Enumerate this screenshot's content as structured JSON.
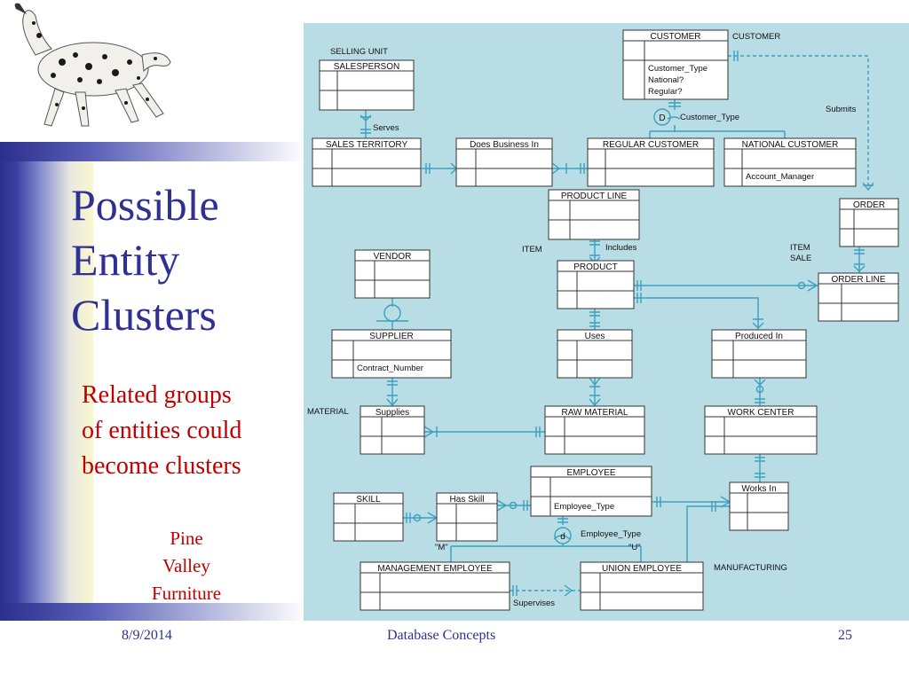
{
  "slide": {
    "title_lines": [
      "Possible",
      "Entity",
      "Clusters"
    ],
    "subtitle_lines": [
      "Related groups",
      "of entities could",
      "become clusters"
    ],
    "company_lines": [
      "Pine",
      "Valley",
      "Furniture"
    ],
    "footer": {
      "date": "8/9/2014",
      "center": "Database Concepts",
      "page": "25"
    },
    "dog_image": "dalmatian-dog-walking"
  },
  "diagram": {
    "entities": {
      "salesperson": {
        "name": "SALESPERSON",
        "attrs": []
      },
      "sales_territory": {
        "name": "SALES TERRITORY",
        "attrs": []
      },
      "does_business_in": {
        "name": "Does Business In",
        "attrs": []
      },
      "customer": {
        "name": "CUSTOMER",
        "attrs": [
          "Customer_Type",
          "National?",
          "Regular?"
        ]
      },
      "regular_customer": {
        "name": "REGULAR CUSTOMER",
        "attrs": []
      },
      "national_customer": {
        "name": "NATIONAL CUSTOMER",
        "attrs": [
          "Account_Manager"
        ]
      },
      "product_line": {
        "name": "PRODUCT LINE",
        "attrs": []
      },
      "order": {
        "name": "ORDER",
        "attrs": []
      },
      "vendor": {
        "name": "VENDOR",
        "attrs": []
      },
      "product": {
        "name": "PRODUCT",
        "attrs": []
      },
      "order_line": {
        "name": "ORDER LINE",
        "attrs": []
      },
      "supplier": {
        "name": "SUPPLIER",
        "attrs": [
          "Contract_Number"
        ]
      },
      "uses": {
        "name": "Uses",
        "attrs": []
      },
      "produced_in": {
        "name": "Produced In",
        "attrs": []
      },
      "supplies": {
        "name": "Supplies",
        "attrs": []
      },
      "raw_material": {
        "name": "RAW MATERIAL",
        "attrs": []
      },
      "work_center": {
        "name": "WORK CENTER",
        "attrs": []
      },
      "employee": {
        "name": "EMPLOYEE",
        "attrs": [
          "Employee_Type"
        ]
      },
      "skill": {
        "name": "SKILL",
        "attrs": []
      },
      "has_skill": {
        "name": "Has Skill",
        "attrs": []
      },
      "works_in": {
        "name": "Works In",
        "attrs": []
      },
      "management_employee": {
        "name": "MANAGEMENT EMPLOYEE",
        "attrs": []
      },
      "union_employee": {
        "name": "UNION EMPLOYEE",
        "attrs": []
      }
    },
    "subtype_symbols": {
      "customer": "D",
      "employee": "d"
    },
    "relationship_labels": {
      "serves": "Serves",
      "submits": "Submits",
      "includes": "Includes",
      "customer_type": "Customer_Type",
      "employee_type": "Employee_Type",
      "supervises": "Supervises",
      "m": "\"M\"",
      "u": "\"U\""
    },
    "cluster_labels": {
      "selling_unit": "SELLING UNIT",
      "customer": "CUSTOMER",
      "item": "ITEM",
      "item_sale": [
        "ITEM",
        "SALE"
      ],
      "material": "MATERIAL",
      "manufacturing": "MANUFACTURING"
    },
    "colors": {
      "background": "#b9dde5",
      "lines": "#3ba0c0",
      "boxes": "#ffffff",
      "text": "#111111"
    }
  }
}
